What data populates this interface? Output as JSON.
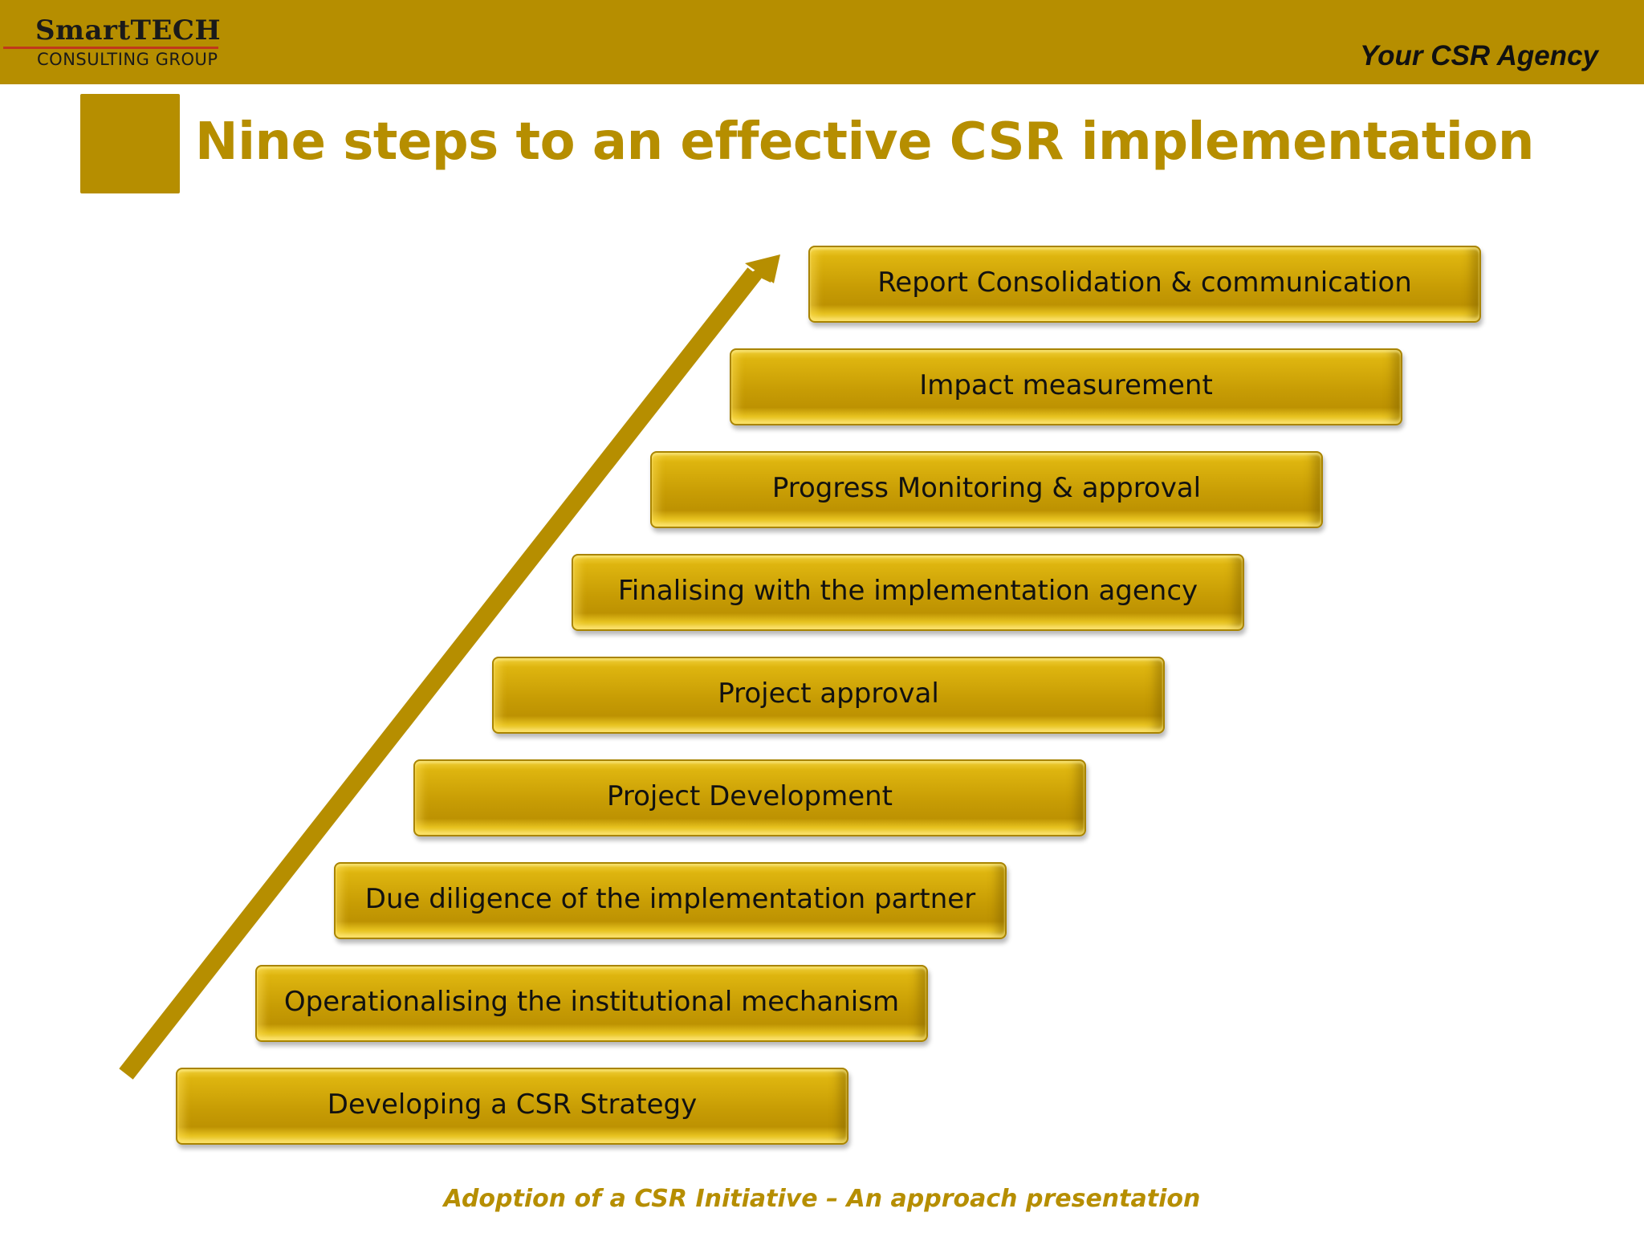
{
  "header": {
    "logo_line1": "SmartTECH",
    "logo_line2": "CONSULTING GROUP",
    "tagline": "Your CSR Agency"
  },
  "title": "Nine steps to an effective CSR implementation",
  "steps": [
    "Developing a CSR Strategy",
    "Operationalising the institutional mechanism",
    "Due diligence of the implementation partner",
    "Project Development",
    "Project approval",
    "Finalising with the implementation agency",
    "Progress Monitoring & approval",
    "Impact measurement",
    "Report Consolidation & communication"
  ],
  "footer": "Adoption of a CSR Initiative – An approach presentation",
  "colors": {
    "accent": "#b68e00",
    "step_fill": "#c89d05",
    "text": "#111111"
  }
}
